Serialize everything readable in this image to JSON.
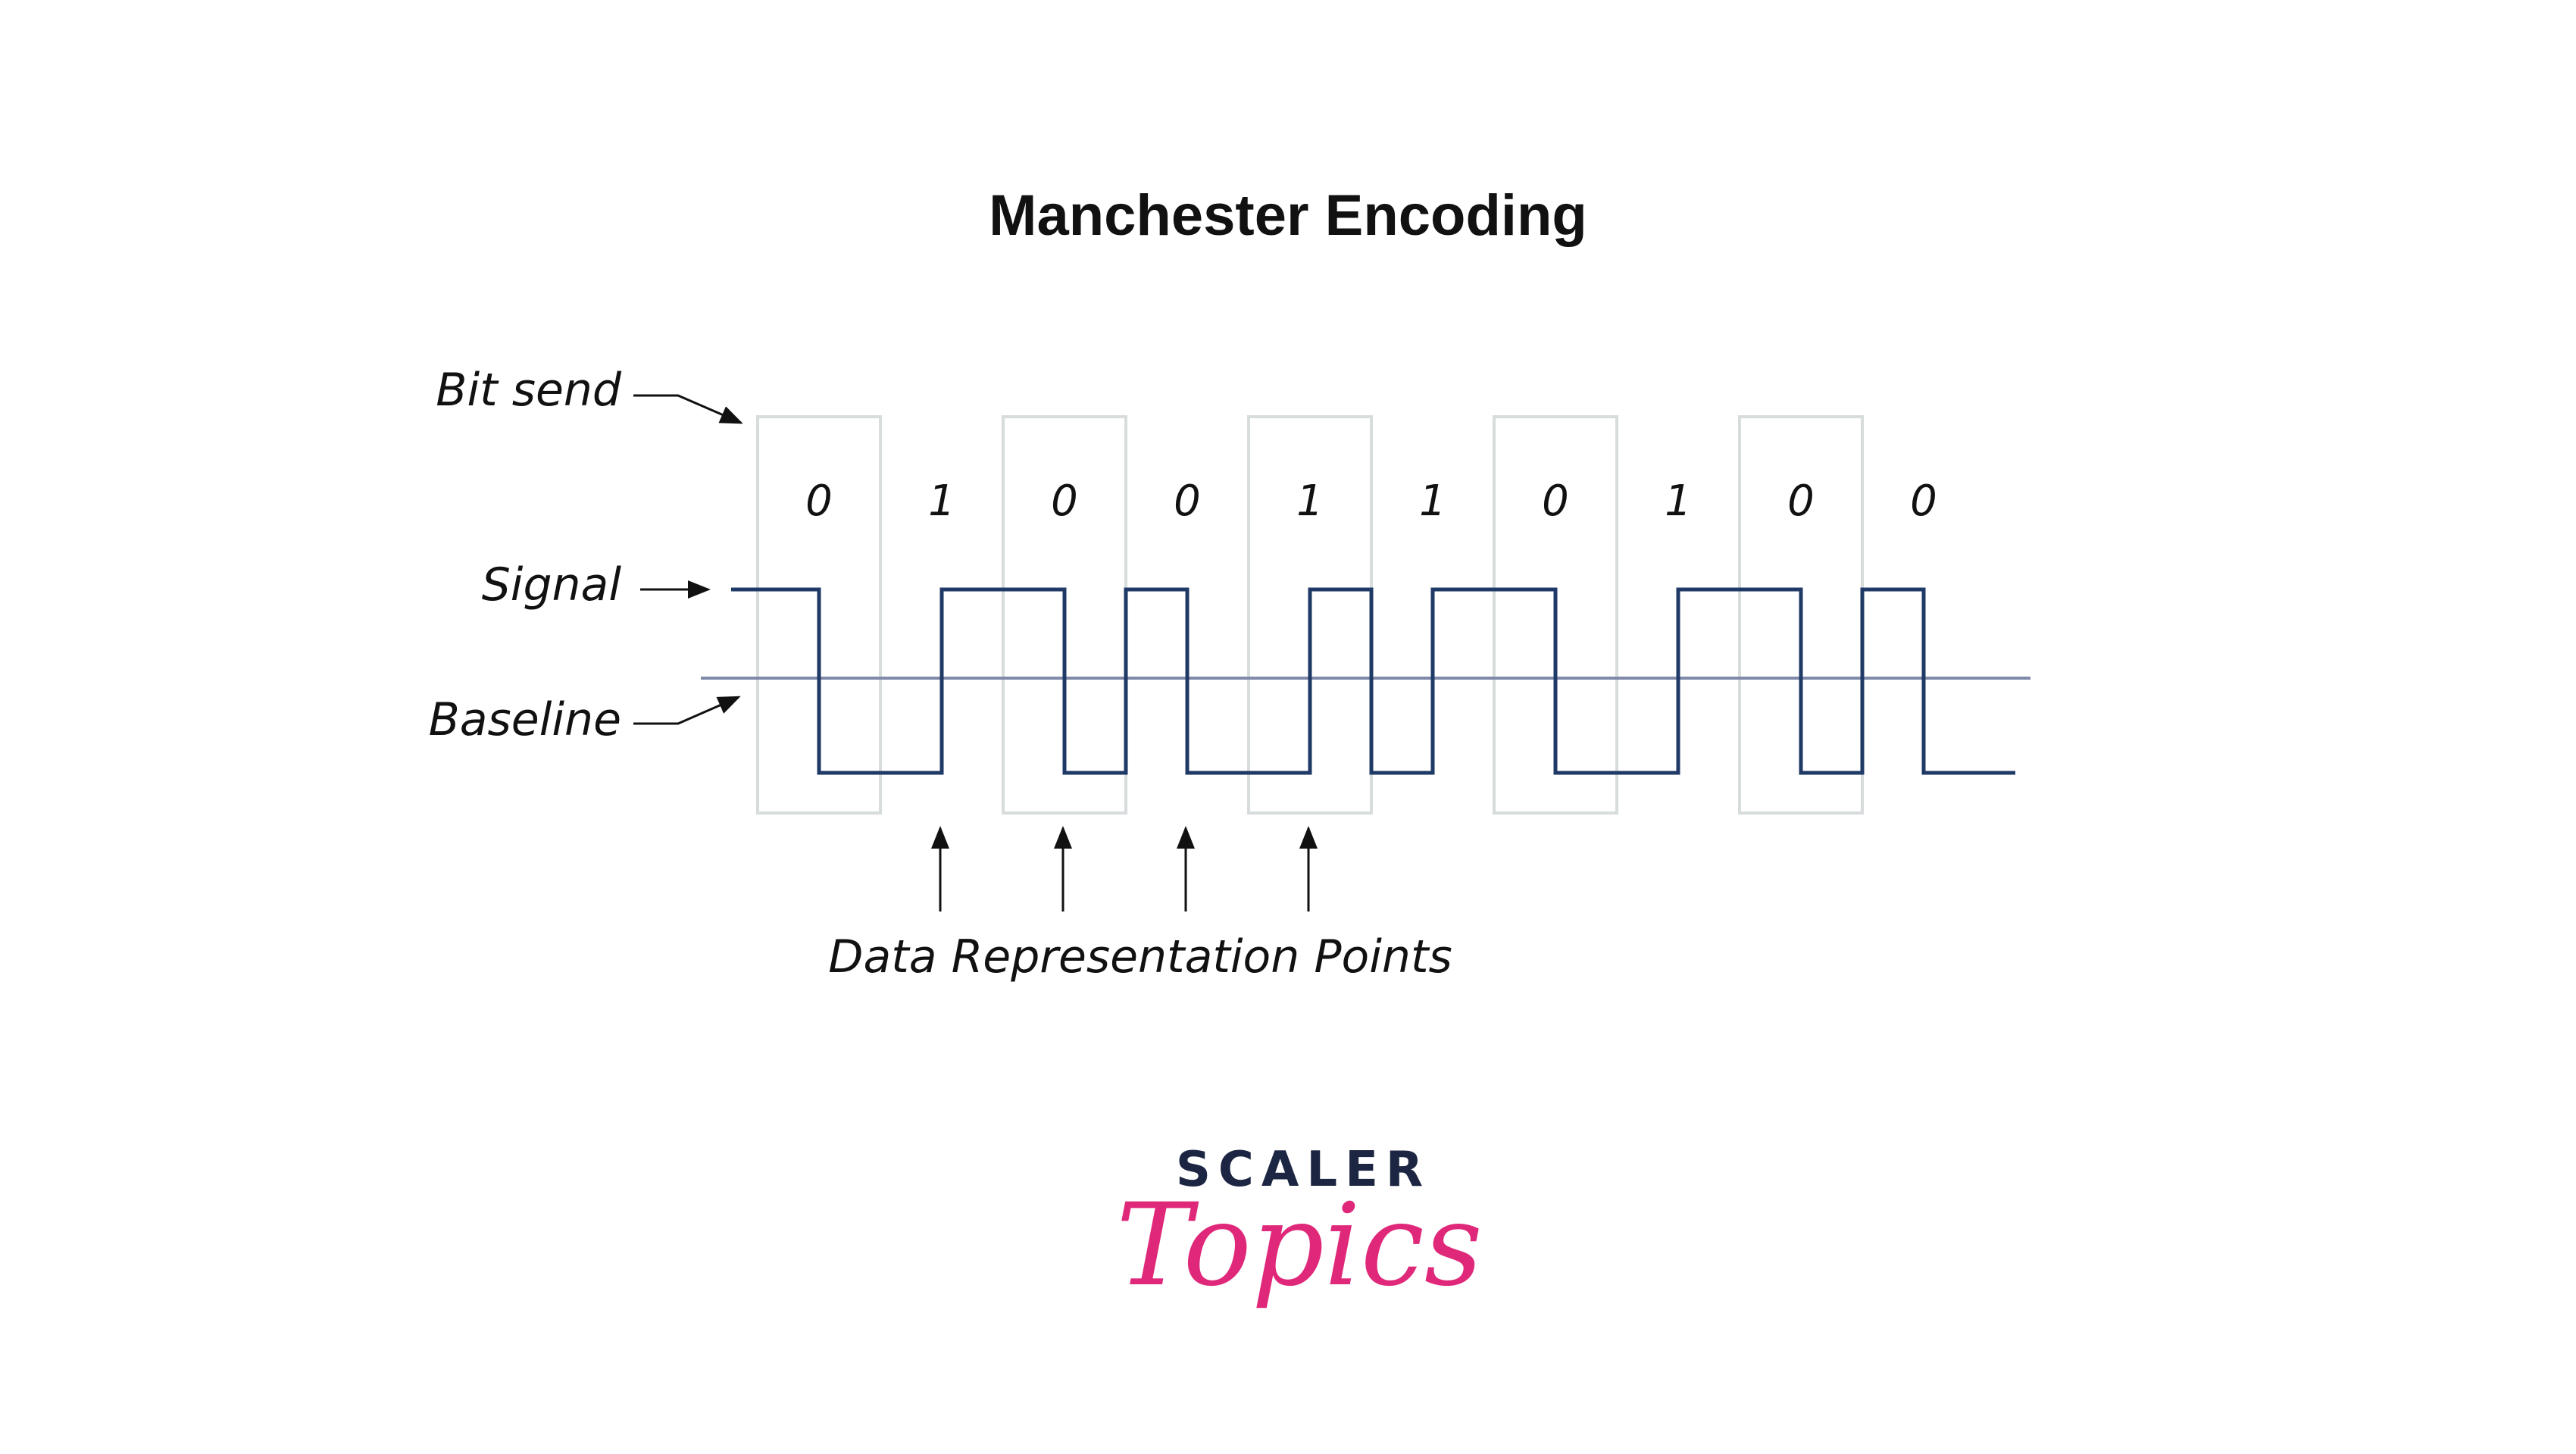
{
  "title": "Manchester Encoding",
  "labels": {
    "bit_send": "Bit send",
    "signal": "Signal",
    "baseline": "Baseline",
    "data_points": "Data Representation Points"
  },
  "bits": [
    "0",
    "1",
    "0",
    "0",
    "1",
    "1",
    "0",
    "1",
    "0",
    "0"
  ],
  "highlighted_bits": [
    0,
    2,
    4,
    6,
    8
  ],
  "data_point_bits": [
    1,
    2,
    3,
    4
  ],
  "logo": {
    "top": "SCALER",
    "bottom": "Topics"
  },
  "colors": {
    "signal": "#1f3a66",
    "baseline": "#7f8aa8",
    "bit_box": "#d7dcdc",
    "text": "#111111",
    "logo_dark": "#1c2541",
    "logo_pink": "#e0287a"
  }
}
